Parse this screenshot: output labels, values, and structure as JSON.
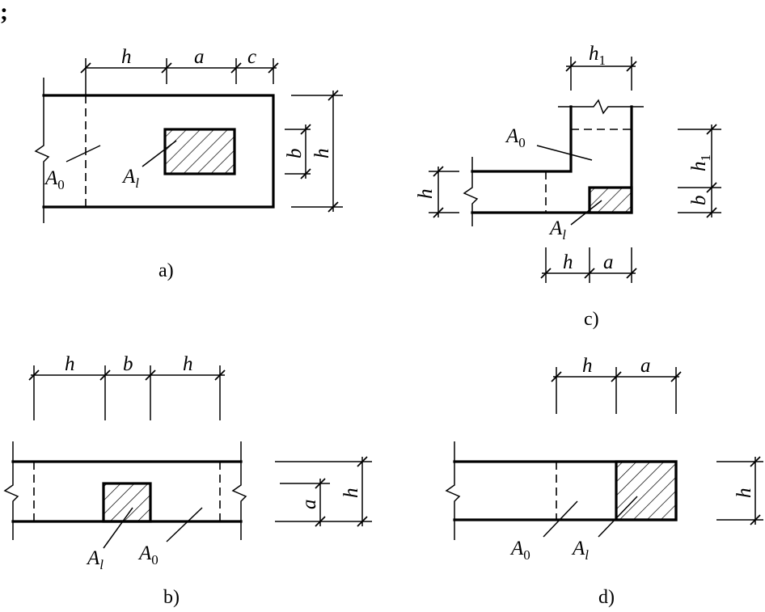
{
  "colors": {
    "ink": "#000000",
    "background": "#ffffff"
  },
  "corner_mark": ";",
  "figures": {
    "a": {
      "caption": "a)",
      "dims": {
        "top_1": "h",
        "top_2": "a",
        "top_3": "c",
        "right_inner": "b",
        "right_outer": "h"
      },
      "labels": {
        "area_0": "A",
        "area_0_sub": "0",
        "area_l": "A",
        "area_l_sub": "l"
      }
    },
    "b": {
      "caption": "b)",
      "dims": {
        "top_1": "h",
        "top_2": "b",
        "top_3": "h",
        "right_inner": "a",
        "right_outer": "h"
      },
      "labels": {
        "area_0": "A",
        "area_0_sub": "0",
        "area_l": "A",
        "area_l_sub": "l"
      }
    },
    "c": {
      "caption": "c)",
      "dims": {
        "top": "h",
        "top_sub": "1",
        "left": "h",
        "bottom_1": "h",
        "bottom_2": "a",
        "right_upper": "h",
        "right_upper_sub": "1",
        "right_lower": "b"
      },
      "labels": {
        "area_0": "A",
        "area_0_sub": "0",
        "area_l": "A",
        "area_l_sub": "l"
      }
    },
    "d": {
      "caption": "d)",
      "dims": {
        "top_1": "h",
        "top_2": "a",
        "right": "h"
      },
      "labels": {
        "area_0": "A",
        "area_0_sub": "0",
        "area_l": "A",
        "area_l_sub": "l"
      }
    }
  }
}
